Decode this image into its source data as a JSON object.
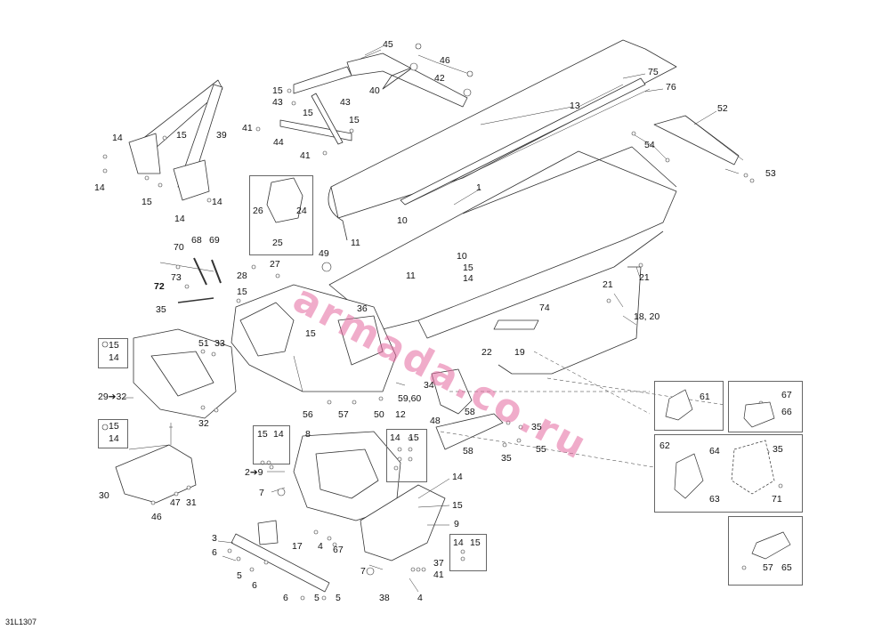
{
  "watermark": "armada.co.ru",
  "figure_code": "31L1307",
  "callouts": [
    "45",
    "46",
    "42",
    "40",
    "15",
    "43",
    "15",
    "43",
    "15",
    "41",
    "44",
    "41",
    "39",
    "14",
    "15",
    "14",
    "14",
    "15",
    "14",
    "13",
    "75",
    "76",
    "52",
    "54",
    "53",
    "1",
    "26",
    "24",
    "25",
    "10",
    "11",
    "10",
    "11",
    "49",
    "70",
    "68",
    "69",
    "73",
    "72",
    "27",
    "28",
    "15",
    "35",
    "36",
    "15",
    "33",
    "51",
    "15",
    "14",
    "29➔32",
    "32",
    "34",
    "56",
    "57",
    "50",
    "12",
    "59,60",
    "74",
    "21",
    "22",
    "19",
    "21",
    "18, 20",
    "61",
    "67",
    "66",
    "62",
    "64",
    "35",
    "63",
    "71",
    "65",
    "57",
    "48",
    "58",
    "58",
    "35",
    "55",
    "35",
    "8",
    "15",
    "14",
    "14",
    "15",
    "2➔9",
    "7",
    "14",
    "15",
    "9",
    "14",
    "15",
    "37",
    "41",
    "7",
    "4",
    "38",
    "4",
    "3",
    "6",
    "17",
    "67",
    "5",
    "6",
    "5",
    "6",
    "5",
    "30",
    "46",
    "47",
    "31",
    "15",
    "14",
    "15",
    "14"
  ]
}
